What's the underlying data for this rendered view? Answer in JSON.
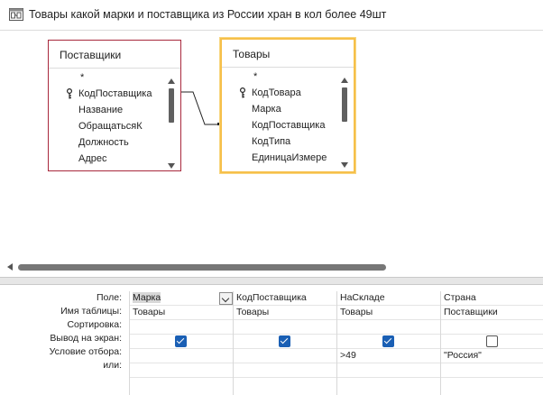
{
  "window": {
    "title": "Товары какой марки и поставщика из России хран в кол более 49шт"
  },
  "tables": [
    {
      "name": "Поставщики",
      "fields": [
        "*",
        "КодПоставщика",
        "Название",
        "ОбращатьсяК",
        "Должность",
        "Адрес"
      ],
      "key_field": "КодПоставщика"
    },
    {
      "name": "Товары",
      "fields": [
        "*",
        "КодТовара",
        "Марка",
        "КодПоставщика",
        "КодТипа",
        "ЕдиницаИзмере"
      ],
      "key_field": "КодТовара"
    }
  ],
  "grid": {
    "row_labels": [
      "Поле:",
      "Имя таблицы:",
      "Сортировка:",
      "Вывод на экран:",
      "Условие отбора:",
      "или:"
    ],
    "columns": [
      {
        "field": "Марка",
        "table": "Товары",
        "sort": "",
        "show": true,
        "criteria": "",
        "or": ""
      },
      {
        "field": "КодПоставщика",
        "table": "Товары",
        "sort": "",
        "show": true,
        "criteria": "",
        "or": ""
      },
      {
        "field": "НаСкладе",
        "table": "Товары",
        "sort": "",
        "show": true,
        "criteria": ">49",
        "or": ""
      },
      {
        "field": "Страна",
        "table": "Поставщики",
        "sort": "",
        "show": false,
        "criteria": "\"Россия\"",
        "or": ""
      }
    ]
  },
  "colors": {
    "table_border": "#a8283c",
    "selected_table_border": "#f6c04a",
    "checkbox_on": "#1a5fb4"
  },
  "icons": {
    "title": "query-design-icon",
    "key": "primary-key-icon",
    "combo": "chevron-down-icon"
  }
}
